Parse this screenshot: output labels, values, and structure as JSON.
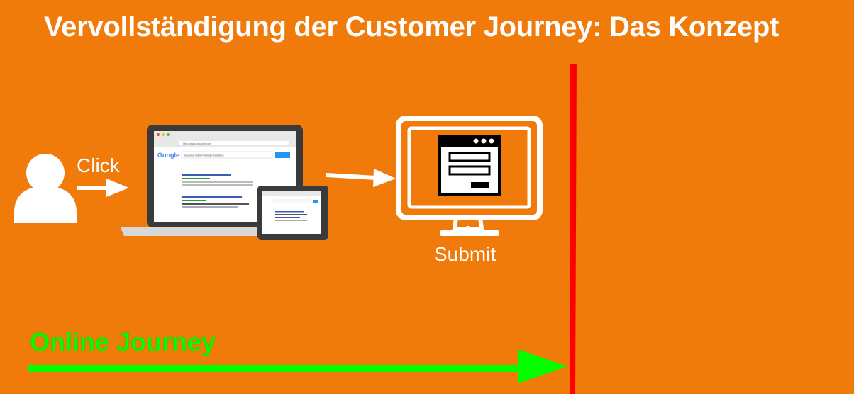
{
  "title": "Vervollständigung der Customer Journey: Das Konzept",
  "labels": {
    "click": "Click",
    "submit": "Submit",
    "journey": "Online Journey"
  },
  "laptop_screen": {
    "url": "http://www.google.com",
    "logo": "Google",
    "query": "Booking hotel riverside bangkok"
  },
  "icons": [
    "user-icon",
    "arrow-right-icon",
    "laptop-tablet-image",
    "monitor-icon",
    "form-window-icon"
  ],
  "colors": {
    "background": "#F07A0A",
    "journey": "#00FF00",
    "boundary": "#FF0000",
    "foreground": "#FFFFFF"
  }
}
